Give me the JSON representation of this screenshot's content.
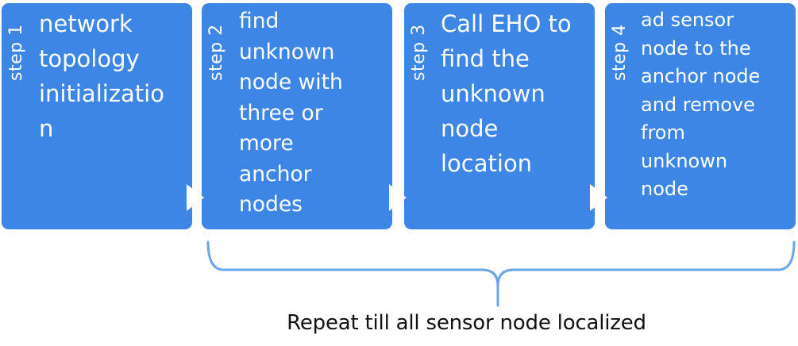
{
  "steps": [
    {
      "label": "step 1",
      "text": "network\ntopology\ninitializatio\nn"
    },
    {
      "label": "step 2",
      "text": "find\nunknown\nnode with\nthree or\nmore\nanchor\nnodes"
    },
    {
      "label": "step 3",
      "text": "Call EHO to\nfind the\nunknown\nnode\nlocation"
    },
    {
      "label": "step 4",
      "text": "ad sensor\nnode to the\nanchor node\nand remove\nfrom\nunknown\nnode"
    }
  ],
  "caption": "Repeat till all sensor node localized",
  "colors": {
    "box": "#3d86e6",
    "box_text": "#ffffff",
    "brace": "#6aa6ea",
    "caption": "#111111"
  },
  "icons": [
    "arrow-right-icon",
    "curly-brace-icon"
  ]
}
